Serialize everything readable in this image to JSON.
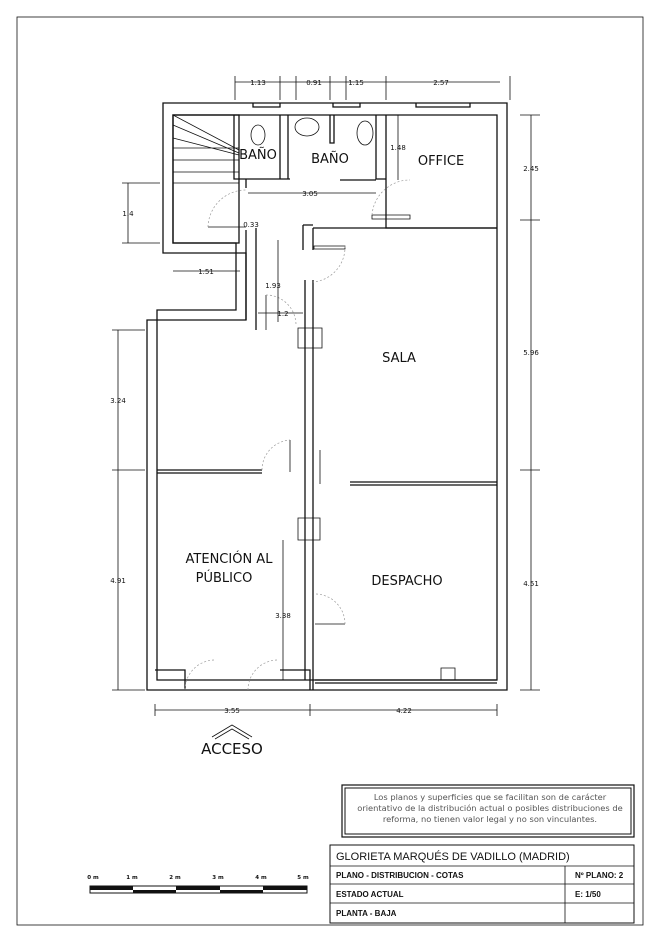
{
  "rooms": {
    "bano1": "BAÑO",
    "bano2": "BAÑO",
    "office": "OFFICE",
    "sala": "SALA",
    "atencion1": "ATENCIÓN AL",
    "atencion2": "PÚBLICO",
    "despacho": "DESPACHO",
    "acceso": "ACCESO"
  },
  "dims": {
    "top1": "1.13",
    "top2": "0.91",
    "top3": "1.15",
    "top4": "2.57",
    "r1": "2.45",
    "r2": "5.96",
    "r3": "4.51",
    "l1": "1.4",
    "l2": "3.24",
    "l3": "4.91",
    "d151": "1.51",
    "d033": "0.33",
    "d193": "1.93",
    "d12": "1.2",
    "d305": "3.05",
    "d148": "1.48",
    "d338": "3.38",
    "b1": "3.55",
    "b2": "4.22"
  },
  "disclaimer": "Los planos y superficies que se facilitan son de carácter orientativo de la distribución actual o posibles distribuciones de reforma, no tienen valor legal y no son vinculantes.",
  "title_block": {
    "location": "GLORIETA MARQUÉS DE VADILLO   (MADRID)",
    "plan": "PLANO   -  DISTRIBUCION - COTAS",
    "plan_no": "Nº PLANO:  2",
    "state": "ESTADO  ACTUAL",
    "scale": "E: 1/50",
    "floor": "PLANTA - BAJA"
  },
  "scale_bar": {
    "labels": [
      "0 m",
      "1 m",
      "2 m",
      "3 m",
      "4 m",
      "5 m"
    ]
  }
}
